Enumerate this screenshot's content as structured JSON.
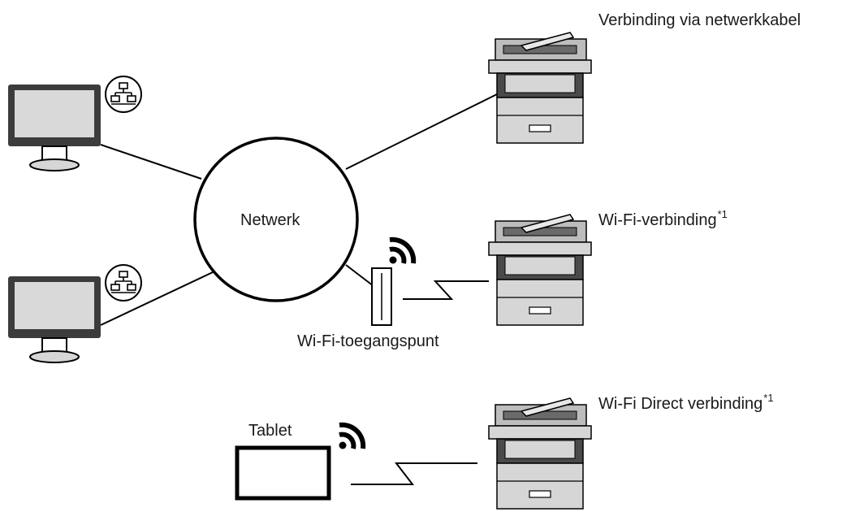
{
  "labels": {
    "network": "Netwerk",
    "access_point": "Wi-Fi-toegangspunt",
    "tablet": "Tablet",
    "cable_connection": "Verbinding via netwerkkabel",
    "wifi_connection": "Wi-Fi-verbinding",
    "wifi_direct_connection": "Wi-Fi Direct verbinding",
    "footnote_mark": "*1"
  },
  "icons": {
    "computer": "computer-icon",
    "printer": "printer-icon",
    "lan_badge": "lan-network-icon",
    "wifi_signal": "wifi-signal-icon",
    "access_point": "access-point-icon",
    "tablet": "tablet-icon"
  },
  "colors": {
    "stroke": "#000000",
    "screen": "#d9d9d9",
    "monitor_frame": "#3c3c3c",
    "printer_body": "#d6d6d6",
    "printer_dark": "#5a5a5a"
  }
}
